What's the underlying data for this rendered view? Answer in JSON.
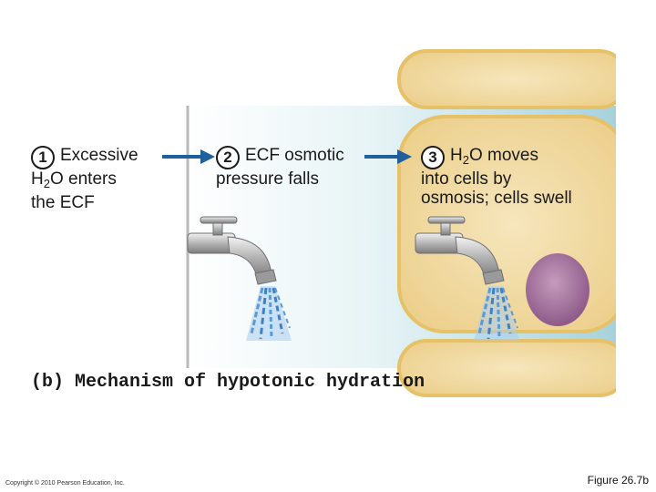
{
  "steps": [
    {
      "number": "1",
      "line1_rest": "Excessive",
      "line2_pre": "H",
      "line2_sub": "2",
      "line2_post": "O enters",
      "line3": "the ECF"
    },
    {
      "number": "2",
      "line1_rest": "ECF osmotic",
      "line2": "pressure falls"
    },
    {
      "number": "3",
      "line1_pre": "H",
      "line1_sub": "2",
      "line1_post": "O moves",
      "line2": "into cells by",
      "line3": "osmosis; cells swell"
    }
  ],
  "caption": "(b) Mechanism of hypotonic hydration",
  "copyright": "Copyright © 2010 Pearson Education, Inc.",
  "figure_label": "Figure 26.7b",
  "colors": {
    "ecf_blue": "#a6d2dc",
    "cell_fill": "#f2dca6",
    "cell_border": "#e7c168",
    "arrow": "#1f5f9c",
    "water": "#6aa6de",
    "nucleus": "#9c6a93"
  }
}
